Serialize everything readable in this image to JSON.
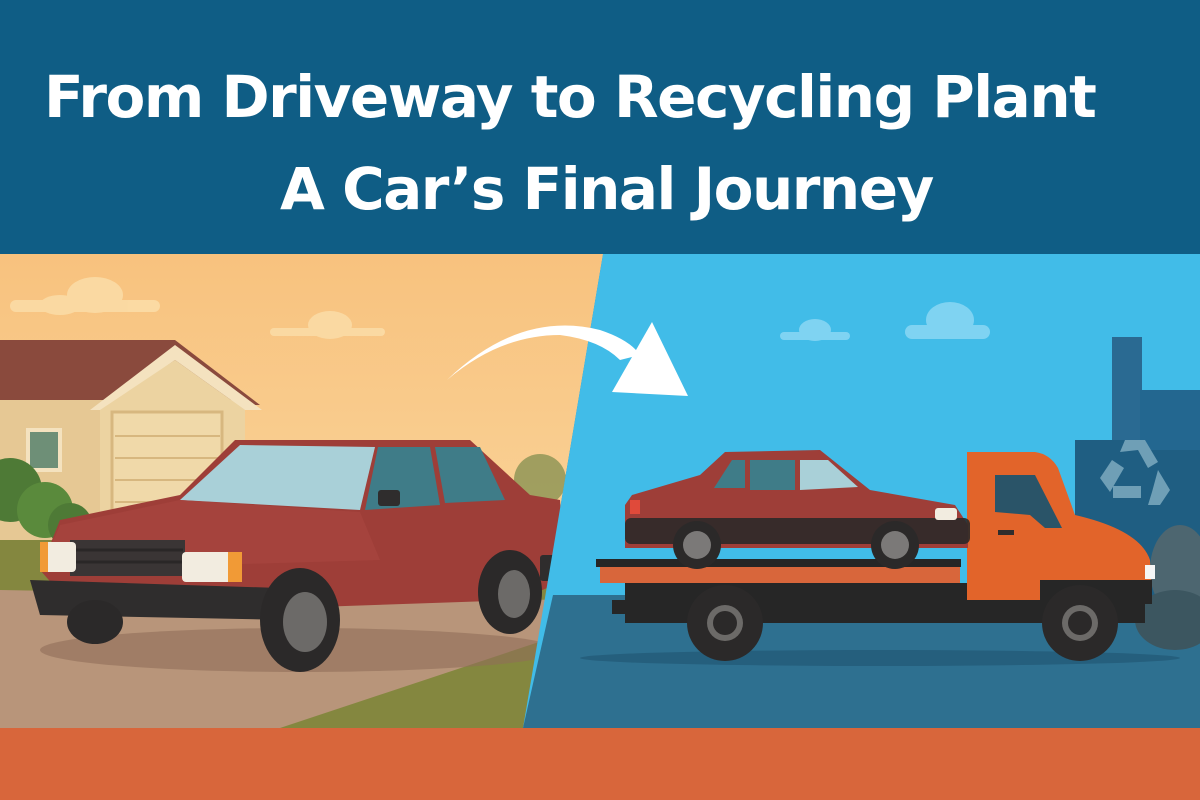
{
  "banner": {
    "title_line1": "From Driveway to Recycling Plant",
    "title_line2": "A Car’s Final Journey"
  },
  "scene": {
    "left_panel": "Old red sedan parked in a suburban driveway in front of a house with garage",
    "right_panel": "Red sedan loaded on an orange flatbed tow truck heading to a recycling plant",
    "transition_icon": "curved-arrow",
    "plant_icon": "recycle-symbol"
  },
  "colors": {
    "header_bg": "#0f5d85",
    "left_sky": "#f9cc8a",
    "right_sky": "#41bce8",
    "ground_right": "#2e7090",
    "driveway": "#b8957a",
    "grass": "#84873f",
    "car_red": "#9e3e38",
    "truck_orange": "#e2642a",
    "footer_bg": "#d8663b",
    "plant": "#1f5e82"
  }
}
